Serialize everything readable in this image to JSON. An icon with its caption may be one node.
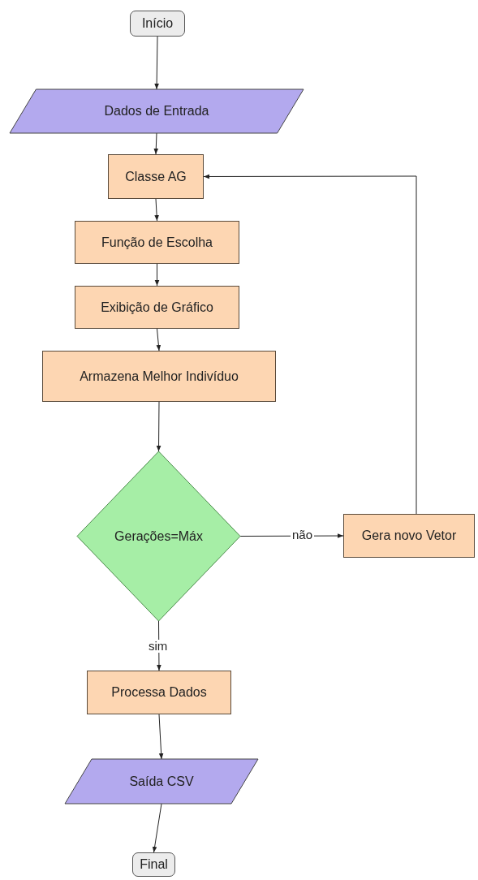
{
  "diagram": {
    "nodes": [
      {
        "text": [
          "Início"
        ]
      },
      {
        "text": [
          "Dados de Entrada"
        ]
      },
      {
        "text": [
          "Classe AG"
        ]
      },
      {
        "text": [
          "Função de Escolha"
        ]
      },
      {
        "text": [
          "Exibição de Gráfico"
        ]
      },
      {
        "text": [
          "Armazena Melhor Indivíduo"
        ]
      },
      {
        "text": [
          "Gerações=Máx"
        ]
      },
      {
        "text": [
          "Gera novo Vetor"
        ]
      },
      {
        "text": [
          "Processa Dados"
        ]
      },
      {
        "text": [
          "Saída CSV"
        ]
      },
      {
        "text": [
          "Final"
        ]
      }
    ],
    "edges": [
      {
        "from": 0,
        "to": 1,
        "arrow": "to"
      },
      {
        "from": 1,
        "to": 2,
        "arrow": "to"
      },
      {
        "from": 2,
        "to": 3,
        "arrow": "to"
      },
      {
        "from": 3,
        "to": 4,
        "arrow": "to"
      },
      {
        "from": 4,
        "to": 5,
        "arrow": "to"
      },
      {
        "from": 5,
        "to": 6,
        "arrow": "to"
      },
      {
        "from": 6,
        "to": 7,
        "label": "não",
        "arrow": "to"
      },
      {
        "from": 7,
        "to": 2,
        "arrow": "to"
      },
      {
        "from": 6,
        "to": 8,
        "label": "sim",
        "arrow": "to"
      },
      {
        "from": 8,
        "to": 9,
        "arrow": "to"
      },
      {
        "from": 9,
        "to": 10,
        "arrow": "to"
      }
    ]
  }
}
